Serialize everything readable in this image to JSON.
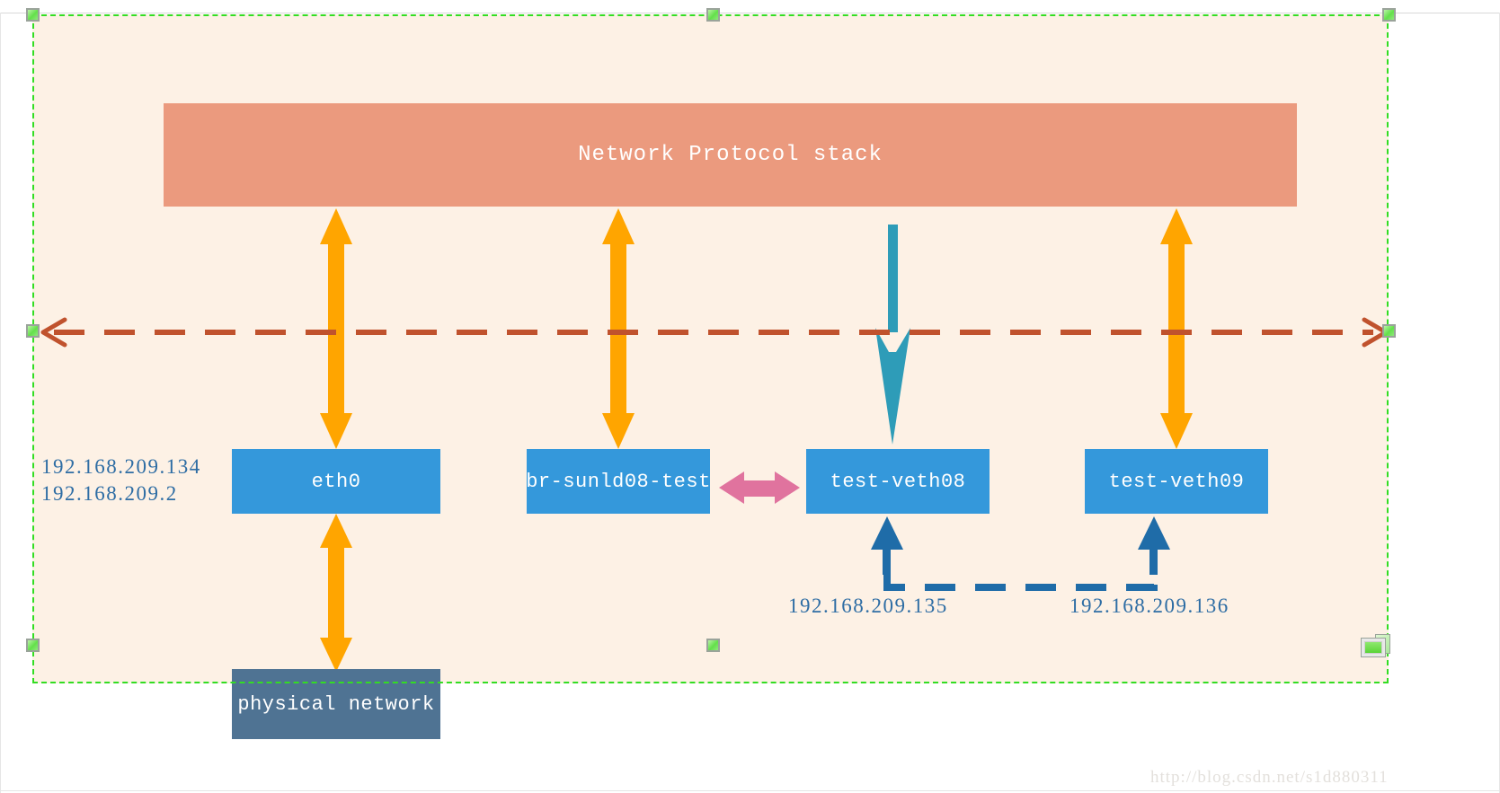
{
  "canvas": {
    "background_color": "#fdf1e5",
    "selection_color": "#33dd22"
  },
  "diagram": {
    "protocol_stack": {
      "label": "Network Protocol stack",
      "color": "#eb9a7e"
    },
    "devices": [
      {
        "id": "eth0",
        "label": "eth0",
        "color": "#3498db"
      },
      {
        "id": "br-sunld08-test",
        "label": "br-sunld08-test",
        "color": "#3498db"
      },
      {
        "id": "test-veth08",
        "label": "test-veth08",
        "color": "#3498db"
      },
      {
        "id": "test-veth09",
        "label": "test-veth09",
        "color": "#3498db"
      }
    ],
    "physical_network": {
      "label": "physical network",
      "color": "#4f7393"
    },
    "ip_labels": {
      "eth0_primary": "192.168.209.134",
      "eth0_secondary": "192.168.209.2",
      "veth08": "192.168.209.135",
      "veth09": "192.168.209.136",
      "text_color": "#2e6da4"
    },
    "arrows": {
      "bidirectional_color": "#ffa500",
      "downward_color": "#2e9cb8",
      "bridge_link_color": "#e0739e",
      "namespace_link_color": "#1f6ca8",
      "boundary_line_color": "#c0522d"
    }
  },
  "watermark": {
    "text": "http://blog.csdn.net/s1d880311"
  }
}
